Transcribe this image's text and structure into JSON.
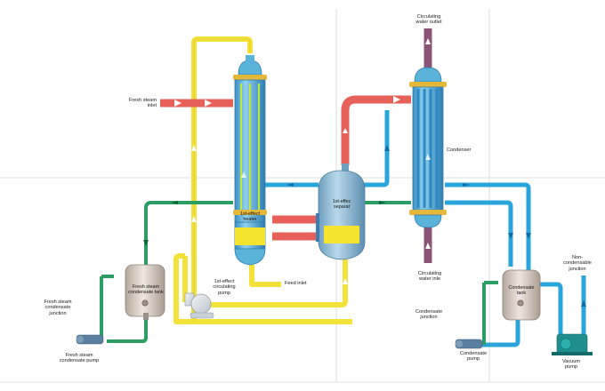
{
  "labels": {
    "fresh_steam_inlet": "Fresh steam\ninlet",
    "circulating_water_outlet": "Circulating\nwater outlet",
    "condenser": "Condenser",
    "first_effect_heater": "1st-effect\nheater",
    "first_effect_separator": "1st-effec\nseparat",
    "circulating_water_inlet": "Circulating\nwater inle",
    "first_effect_circulating_pump": "1st-effect\ncirculating\npump",
    "feed_inlet": "Feed inlet",
    "fresh_steam_condensate_tank": "Fresh steam\ncondensate tank",
    "fresh_steam_condensate_junction": "Fresh steam\ncondensate\njunction",
    "fresh_steam_condensate_pump": "Fresh steam\ncondensate pump",
    "condensate_tank": "Condensate\ntank",
    "condensate_junction": "Condensate\njunction",
    "condensate_pump": "Condensate\npump",
    "non_condensable_junction": "Non-\ncondensable\njunction",
    "vacuum_pump": "Vacuum\npump"
  },
  "colors": {
    "steam": "#e8605a",
    "condensate": "#2aa5dc",
    "material": "#f2e23a",
    "condensate_return": "#2c9e63",
    "cooling_water": "#8b5578",
    "vessel_shell": "#5ab3d9",
    "level_band": "#f5e32e",
    "tank_shell": "#ccc0b5"
  }
}
